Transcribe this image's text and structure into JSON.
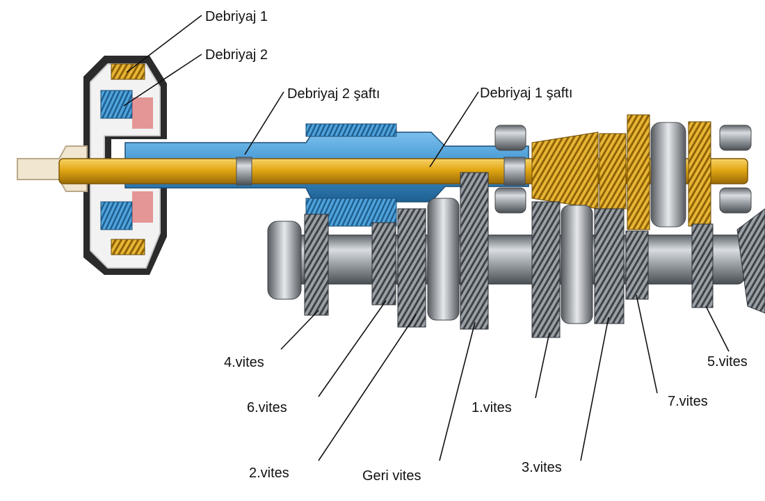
{
  "labels": {
    "clutch1": "Debriyaj 1",
    "clutch2": "Debriyaj 2",
    "shaft2": "Debriyaj 2 şaftı",
    "shaft1": "Debriyaj 1 şaftı",
    "gear4": "4.vites",
    "gear6": "6.vites",
    "gear2": "2.vites",
    "reverse": "Geri vites",
    "gear1": "1.vites",
    "gear3": "3.vites",
    "gear7": "7.vites",
    "gear5": "5.vites"
  },
  "colors": {
    "gold": "#e2a713",
    "blue": "#3d93cf",
    "steel": "#9aa0a6",
    "dark_casing": "#2b2b2b"
  }
}
